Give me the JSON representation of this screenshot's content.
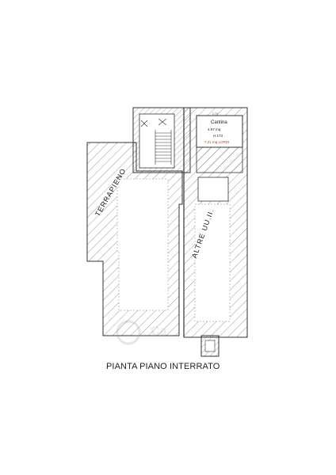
{
  "caption": "PIANTA PIANO INTERRATO",
  "room": {
    "name": "Cantina",
    "area_net": "4.97 mq",
    "height": "H 173",
    "area_gross": "7.21 mq LORDI",
    "dim_top": "2.79"
  },
  "labels": {
    "terrapieno": "TERRAPIENO",
    "altre": "ALTRE UU.II."
  },
  "watermark": "Ca",
  "colors": {
    "line": "#333333",
    "hatch": "#555555",
    "gross_area_text": "#c0392b"
  }
}
